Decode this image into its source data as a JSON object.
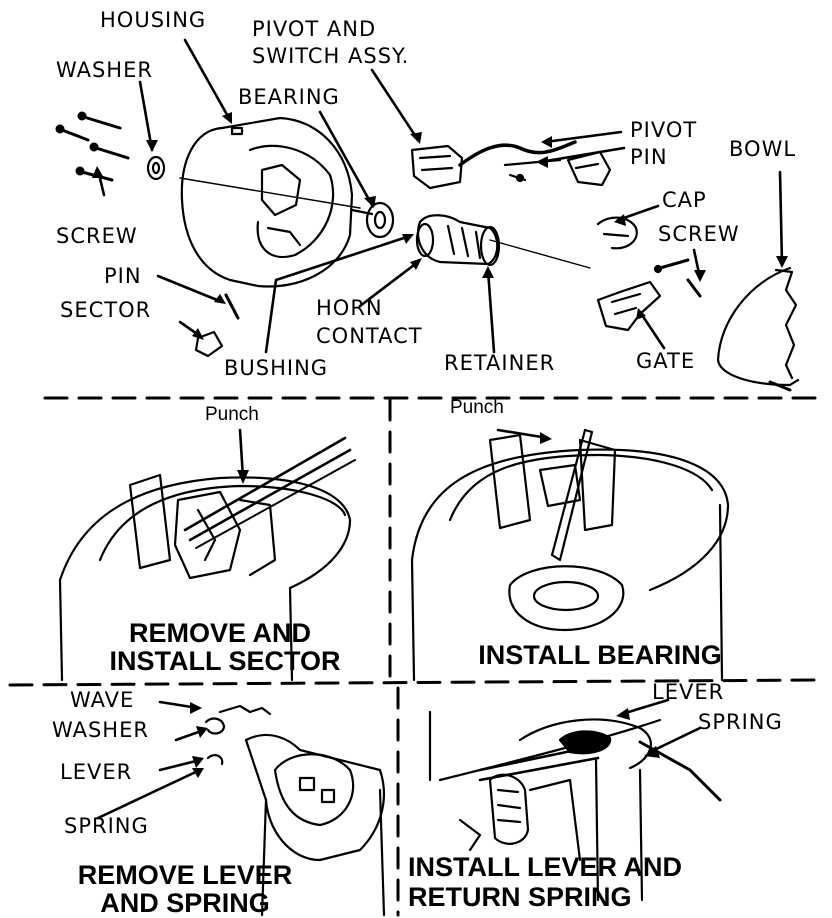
{
  "labels": {
    "housing": "HOUSING",
    "pivot_switch_1": "PIVOT AND",
    "pivot_switch_2": "SWITCH ASSY.",
    "washer": "WASHER",
    "bearing": "BEARING",
    "pivot_pin_1": "PIVOT",
    "pivot_pin_2": "PIN",
    "bowl": "BOWL",
    "cap": "CAP",
    "screw_right": "SCREW",
    "screw_left": "SCREW",
    "pin": "PIN",
    "sector": "SECTOR",
    "horn_1": "HORN",
    "horn_2": "CONTACT",
    "bushing": "BUSHING",
    "retainer": "RETAINER",
    "gate": "GATE"
  },
  "panels": {
    "sector": {
      "punch": "Punch",
      "caption_1": "REMOVE AND",
      "caption_2": "INSTALL SECTOR"
    },
    "bearing": {
      "punch": "Punch",
      "caption_1": "INSTALL BEARING"
    },
    "lever_remove": {
      "wave_1": "WAVE",
      "wave_2": "WASHER",
      "lever": "LEVER",
      "spring": "SPRING",
      "caption_1": "REMOVE LEVER",
      "caption_2": "AND SPRING"
    },
    "lever_install": {
      "lever": "LEVER",
      "spring": "SPRING",
      "caption_1": "INSTALL LEVER AND",
      "caption_2": "RETURN SPRING"
    }
  }
}
